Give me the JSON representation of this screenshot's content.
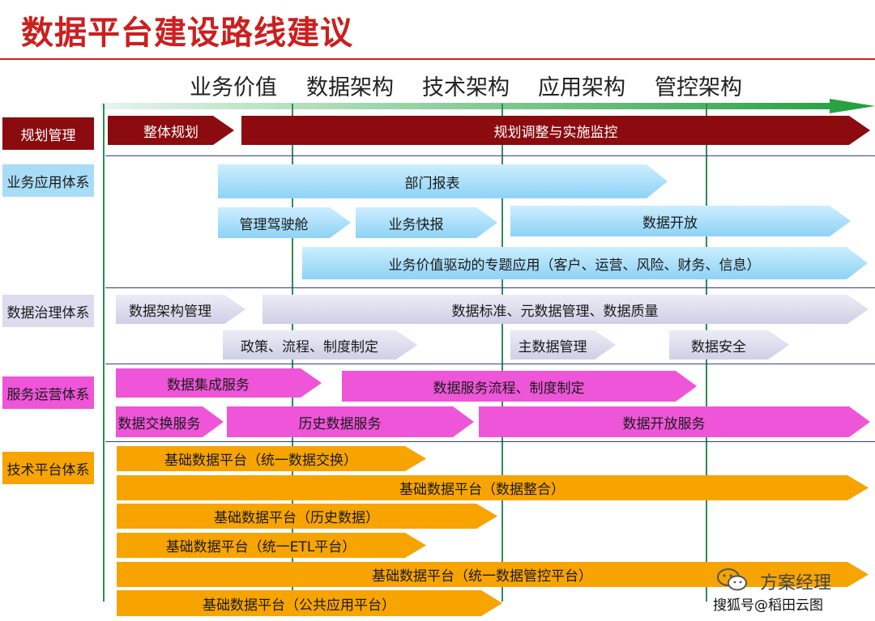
{
  "title": "数据平台建设路线建议",
  "phases": [
    "业务价值",
    "数据架构",
    "技术架构",
    "应用架构",
    "管控架构"
  ],
  "sections": {
    "planning": {
      "label": "规划管理",
      "bars": [
        "整体规划",
        "规划调整与实施监控"
      ]
    },
    "business": {
      "label": "业务应用体系",
      "bars": [
        "部门报表",
        "管理驾驶舱",
        "业务快报",
        "数据开放",
        "业务价值驱动的专题应用（客户、运营、风险、财务、信息）"
      ]
    },
    "governance": {
      "label": "数据治理体系",
      "bars": [
        "数据架构管理",
        "数据标准、元数据管理、数据质量",
        "政策、流程、制度制定",
        "主数据管理",
        "数据安全"
      ]
    },
    "service": {
      "label": "服务运营体系",
      "bars": [
        "数据集成服务",
        "数据服务流程、制度制定",
        "数据交换服务",
        "历史数据服务",
        "数据开放服务"
      ]
    },
    "tech": {
      "label": "技术平台体系",
      "bars": [
        "基础数据平台（统一数据交换）",
        "基础数据平台（数据整合）",
        "基础数据平台（历史数据）",
        "基础数据平台（统一ETL平台）",
        "基础数据平台（统一数据管控平台）",
        "基础数据平台（公共应用平台）"
      ]
    }
  },
  "colors": {
    "title": "#cc1f1f",
    "planning": "#8b0b0f",
    "business": "#a9ddf7",
    "governance": "#dcdcef",
    "service": "#ee55d8",
    "tech": "#f7a400",
    "timeline": "#2e8b57"
  },
  "watermark": {
    "icon": "wechat-icon",
    "name": "方案经理",
    "source": "搜狐号@稻田云图"
  }
}
